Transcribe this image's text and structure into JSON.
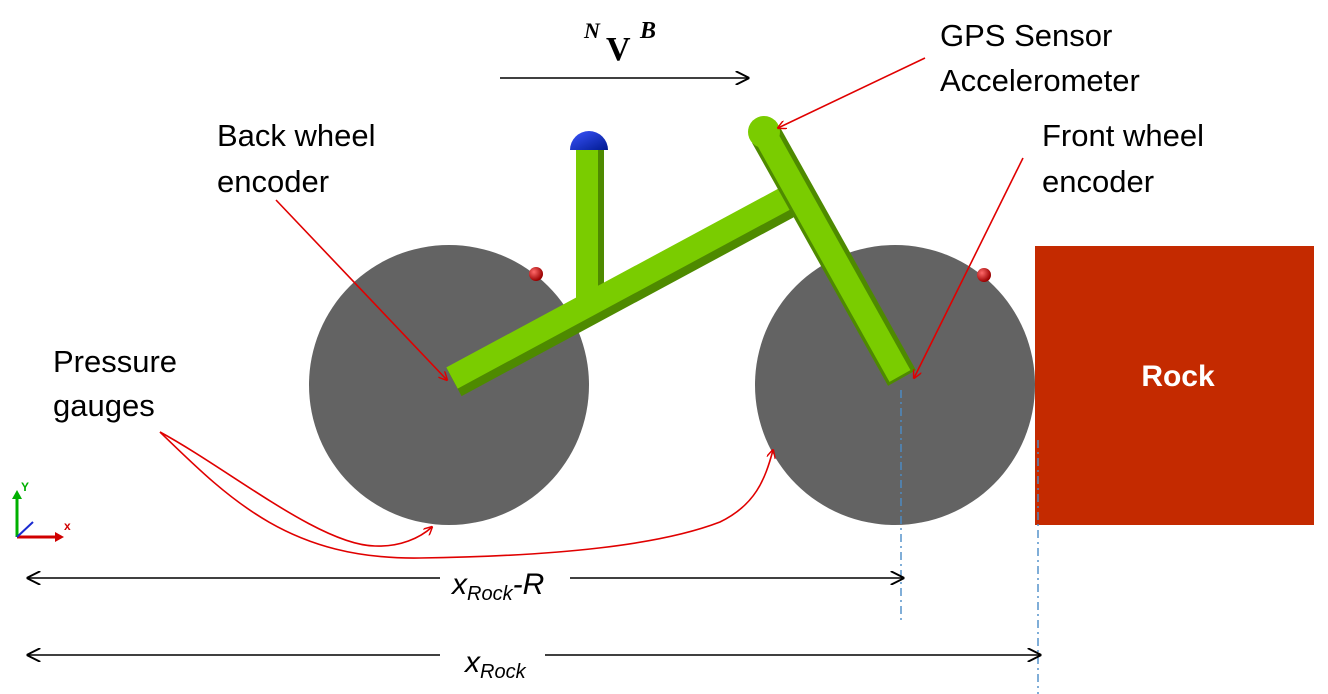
{
  "velocity": {
    "left_superscript": "N",
    "symbol": "V",
    "superscript": "B"
  },
  "labels": {
    "gps_line1": "GPS Sensor",
    "gps_line2": "Accelerometer",
    "back_wheel_line1": "Back wheel",
    "back_wheel_line2": "encoder",
    "front_wheel_line1": "Front wheel",
    "front_wheel_line2": "encoder",
    "pressure_line1": "Pressure",
    "pressure_line2": "gauges",
    "rock": "Rock"
  },
  "dimensions": {
    "short_base": "x",
    "short_sub": "Rock",
    "short_suffix": "-R",
    "long_base": "x",
    "long_sub": "Rock"
  },
  "axes_triad": {
    "y": "Y",
    "x": "x"
  },
  "colors": {
    "wheel": "#636363",
    "frame": "#7ACC00",
    "frame_dark": "#4E8A00",
    "seat": "#0A1EC8",
    "sensor": "#C80000",
    "rock": "#C42A00",
    "annotation": "#E00000",
    "dashdot": "#4A8CC8"
  }
}
